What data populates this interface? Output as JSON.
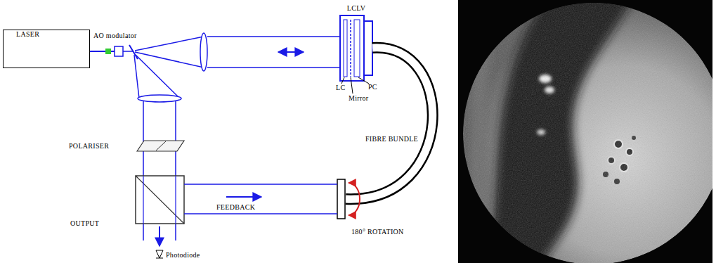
{
  "diagram": {
    "nodes": [
      {
        "text": [
          "LASER"
        ]
      },
      {
        "text": [
          "LCLV"
        ]
      }
    ],
    "labels": [
      "AO modulator",
      "LC",
      "Mirror",
      "PC",
      "FIBRE BUNDLE",
      "POLARISER",
      "FEEDBACK",
      "OUTPUT",
      "Photodiode",
      "180° ROTATION"
    ]
  }
}
